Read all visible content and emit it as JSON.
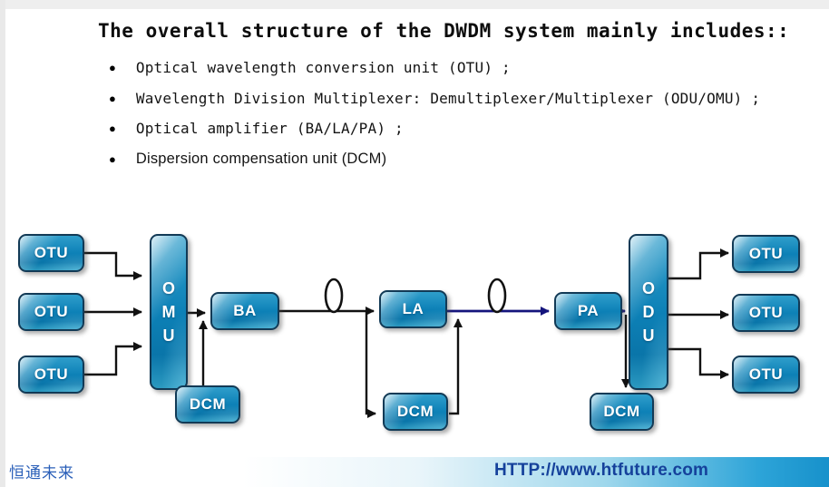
{
  "slide": {
    "title": "The overall structure of the DWDM system mainly includes::",
    "bullet_glyph": "●",
    "bullets": [
      {
        "text": "Optical wavelength conversion unit (OTU) ;"
      },
      {
        "text": "Wavelength Division Multiplexer: Demultiplexer/Multiplexer (ODU/OMU) ;"
      },
      {
        "text": "Optical amplifier (BA/LA/PA) ;"
      },
      {
        "text": "Dispersion compensation unit (DCM)"
      }
    ]
  },
  "diagram": {
    "nodes": [
      {
        "id": "otu-left-1",
        "label": "OTU"
      },
      {
        "id": "otu-left-2",
        "label": "OTU"
      },
      {
        "id": "otu-left-3",
        "label": "OTU"
      },
      {
        "id": "omu",
        "label": "OMU",
        "letters": [
          "O",
          "M",
          "U"
        ]
      },
      {
        "id": "dcm-after-omu",
        "label": "DCM"
      },
      {
        "id": "ba",
        "label": "BA"
      },
      {
        "id": "la",
        "label": "LA"
      },
      {
        "id": "dcm-after-la",
        "label": "DCM"
      },
      {
        "id": "pa",
        "label": "PA"
      },
      {
        "id": "odu",
        "label": "ODU",
        "letters": [
          "O",
          "D",
          "U"
        ]
      },
      {
        "id": "dcm-before-odu",
        "label": "DCM"
      },
      {
        "id": "otu-right-1",
        "label": "OTU"
      },
      {
        "id": "otu-right-2",
        "label": "OTU"
      },
      {
        "id": "otu-right-3",
        "label": "OTU"
      }
    ],
    "fiber_loop_count": 2
  },
  "footer": {
    "brand": "恒通未来",
    "url": "HTTP://www.htfuture.com"
  },
  "colors": {
    "node_fill": "#0d81b7",
    "node_border": "#123a56",
    "node_text": "#ffffff",
    "wire_black": "#111111",
    "wire_navy": "#14147c",
    "footer_blue": "#1791cb",
    "url_text": "#15419b",
    "brand_text": "#2a5fb8"
  }
}
